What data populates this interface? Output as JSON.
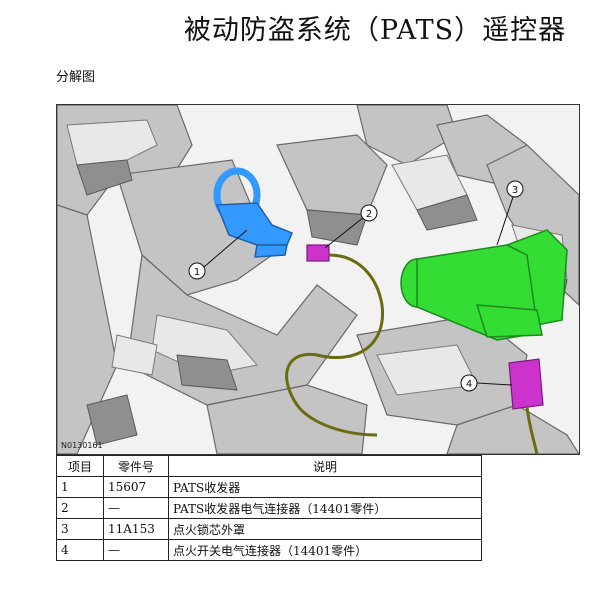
{
  "page": {
    "title": "被动防盗系统（PATS）遥控器",
    "section": "分解图"
  },
  "figure": {
    "id": "N0130161",
    "callouts": [
      "1",
      "2",
      "3",
      "4"
    ]
  },
  "table": {
    "headers": [
      "项目",
      "零件号",
      "说明"
    ],
    "rows": [
      {
        "item": "1",
        "part": "15607",
        "desc": "PATS收发器"
      },
      {
        "item": "2",
        "part": "—",
        "desc": "PATS收发器电气连接器（14401零件）"
      },
      {
        "item": "3",
        "part": "11A153",
        "desc": "点火锁芯外罩"
      },
      {
        "item": "4",
        "part": "—",
        "desc": "点火开关电气连接器（14401零件）"
      }
    ]
  },
  "colors": {
    "transceiver": "#3399ff",
    "housing": "#33dd33",
    "connector": "#cc33cc",
    "wire": "#6b6b10",
    "bracket": "#b8b8b8"
  }
}
